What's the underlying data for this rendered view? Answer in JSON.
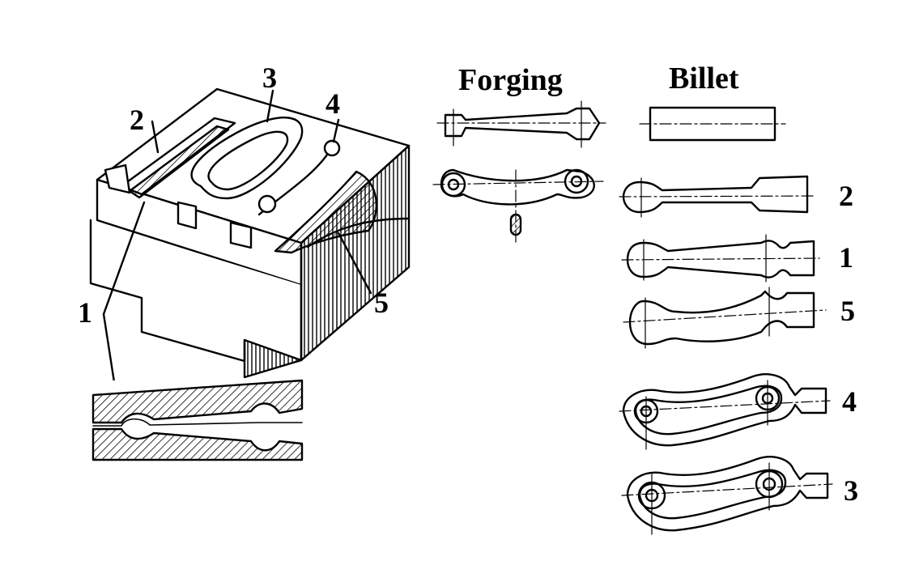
{
  "diagram": {
    "headers": {
      "forging": "Forging",
      "billet": "Billet"
    },
    "die_labels": [
      "1",
      "2",
      "3",
      "4",
      "5"
    ],
    "stage_labels": [
      "2",
      "1",
      "5",
      "4",
      "3"
    ],
    "colors": {
      "ink": "#000000",
      "paper": "#ffffff"
    }
  }
}
